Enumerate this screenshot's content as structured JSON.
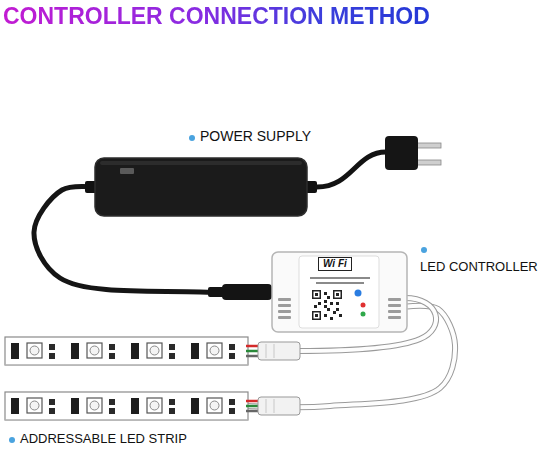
{
  "diagram": {
    "title": "CONTROLLER CONNECTION METHOD",
    "nodes": [
      {
        "text": [
          "POWER SUPPLY"
        ]
      },
      {
        "text": [
          "LED CONTROLLER"
        ]
      },
      {
        "text": [
          "ADDRESSABLE LED STRIP"
        ]
      }
    ],
    "edges": [
      {
        "from": 0,
        "to": 1,
        "arrow": "none"
      },
      {
        "from": 1,
        "to": 2,
        "arrow": "none"
      }
    ],
    "labels": [
      "Wi Fi"
    ]
  }
}
